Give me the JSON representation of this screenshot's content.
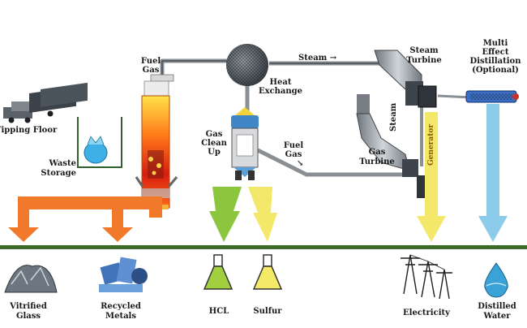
{
  "labels": {
    "tipping_floor": "Tipping Floor",
    "waste_storage_1": "Waste",
    "waste_storage_2": "Storage",
    "fuel_gas_top_1": "Fuel",
    "fuel_gas_top_2": "Gas",
    "heat_exchange_1": "Heat",
    "heat_exchange_2": "Exchange",
    "steam_horizontal": "Steam",
    "steam_turbine_1": "Steam",
    "steam_turbine_2": "Turbine",
    "multi_effect_1": "Multi",
    "multi_effect_2": "Effect",
    "multi_effect_3": "Distillation",
    "multi_effect_4": "(Optional)",
    "gas_cleanup_1": "Gas",
    "gas_cleanup_2": "Clean",
    "gas_cleanup_3": "Up",
    "fuel_gas_mid_1": "Fuel",
    "fuel_gas_mid_2": "Gas",
    "steam_vertical": "Steam",
    "gas_turbine_1": "Gas",
    "gas_turbine_2": "Turbine",
    "generator": "Generator"
  },
  "outputs": {
    "vitrified_1": "Vitrified",
    "vitrified_2": "Glass",
    "recycled_1": "Recycled",
    "recycled_2": "Metals",
    "hcl": "HCL",
    "sulfur": "Sulfur",
    "electricity": "Electricity",
    "distilled_1": "Distilled",
    "distilled_2": "Water"
  },
  "colors": {
    "arrow_orange": "#f07a2a",
    "arrow_green": "#8cc63f",
    "arrow_yellow": "#f3e86a",
    "arrow_blue": "#8ccbea",
    "pipe": "#8a8f96",
    "baseline": "#3d6b2a"
  }
}
